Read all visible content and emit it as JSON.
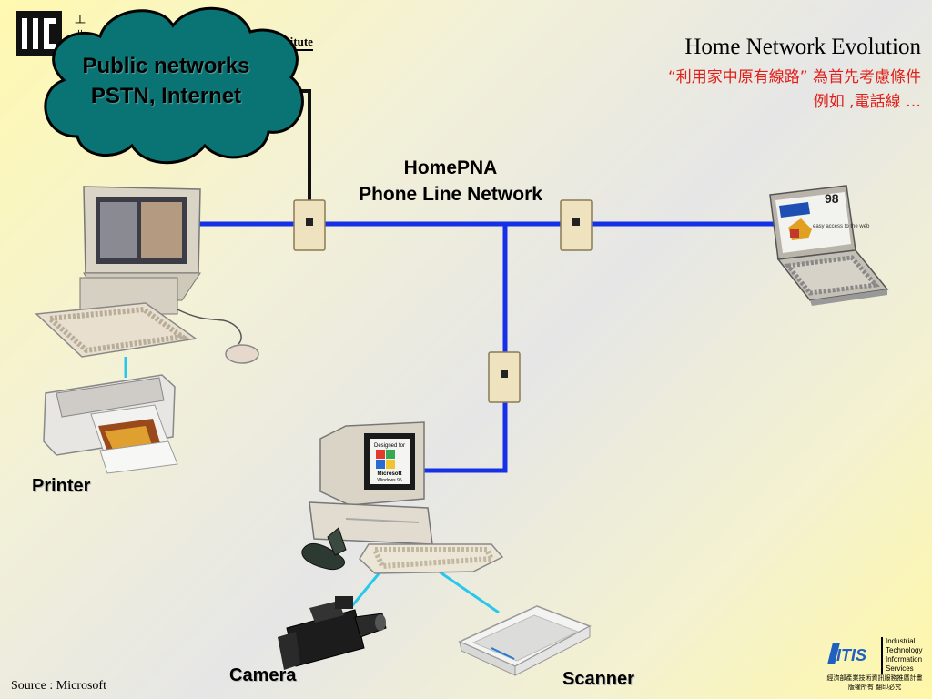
{
  "header": {
    "org_cn_line1": "工",
    "org_cn_line2": "业",
    "org_en": "Institute"
  },
  "slide": {
    "title": "Home Network Evolution",
    "subtitle_line1": "“利用家中原有線路” 為首先考慮條件",
    "subtitle_line2": "例如 ,電話線 …"
  },
  "cloud": {
    "line1": "Public networks",
    "line2": "PSTN, Internet"
  },
  "network": {
    "line1": "HomePNA",
    "line2": "Phone Line Network"
  },
  "devices": {
    "printer": "Printer",
    "camera": "Camera",
    "scanner": "Scanner"
  },
  "screens": {
    "laptop_badge": "98",
    "laptop_screen_text": "easy access to the web",
    "pc_screen_line1": "Designed for",
    "pc_screen_line2": "Microsoft",
    "pc_screen_line3": "Windows 95"
  },
  "footer": {
    "source": "Source : Microsoft",
    "logo_text": "ITIS",
    "logo_line1": "Industrial",
    "logo_line2": "Technology",
    "logo_line3": "Information",
    "logo_line4": "Services",
    "logo_cn_line1": "經濟部產業技術資訊服務推廣計畫",
    "logo_cn_line2": "版權所有  翻印必究"
  },
  "colors": {
    "network_line": "#1530e6",
    "device_link": "#28c8ee",
    "cloud_fill": "#0a7373",
    "title_accent": "#e0201a"
  }
}
